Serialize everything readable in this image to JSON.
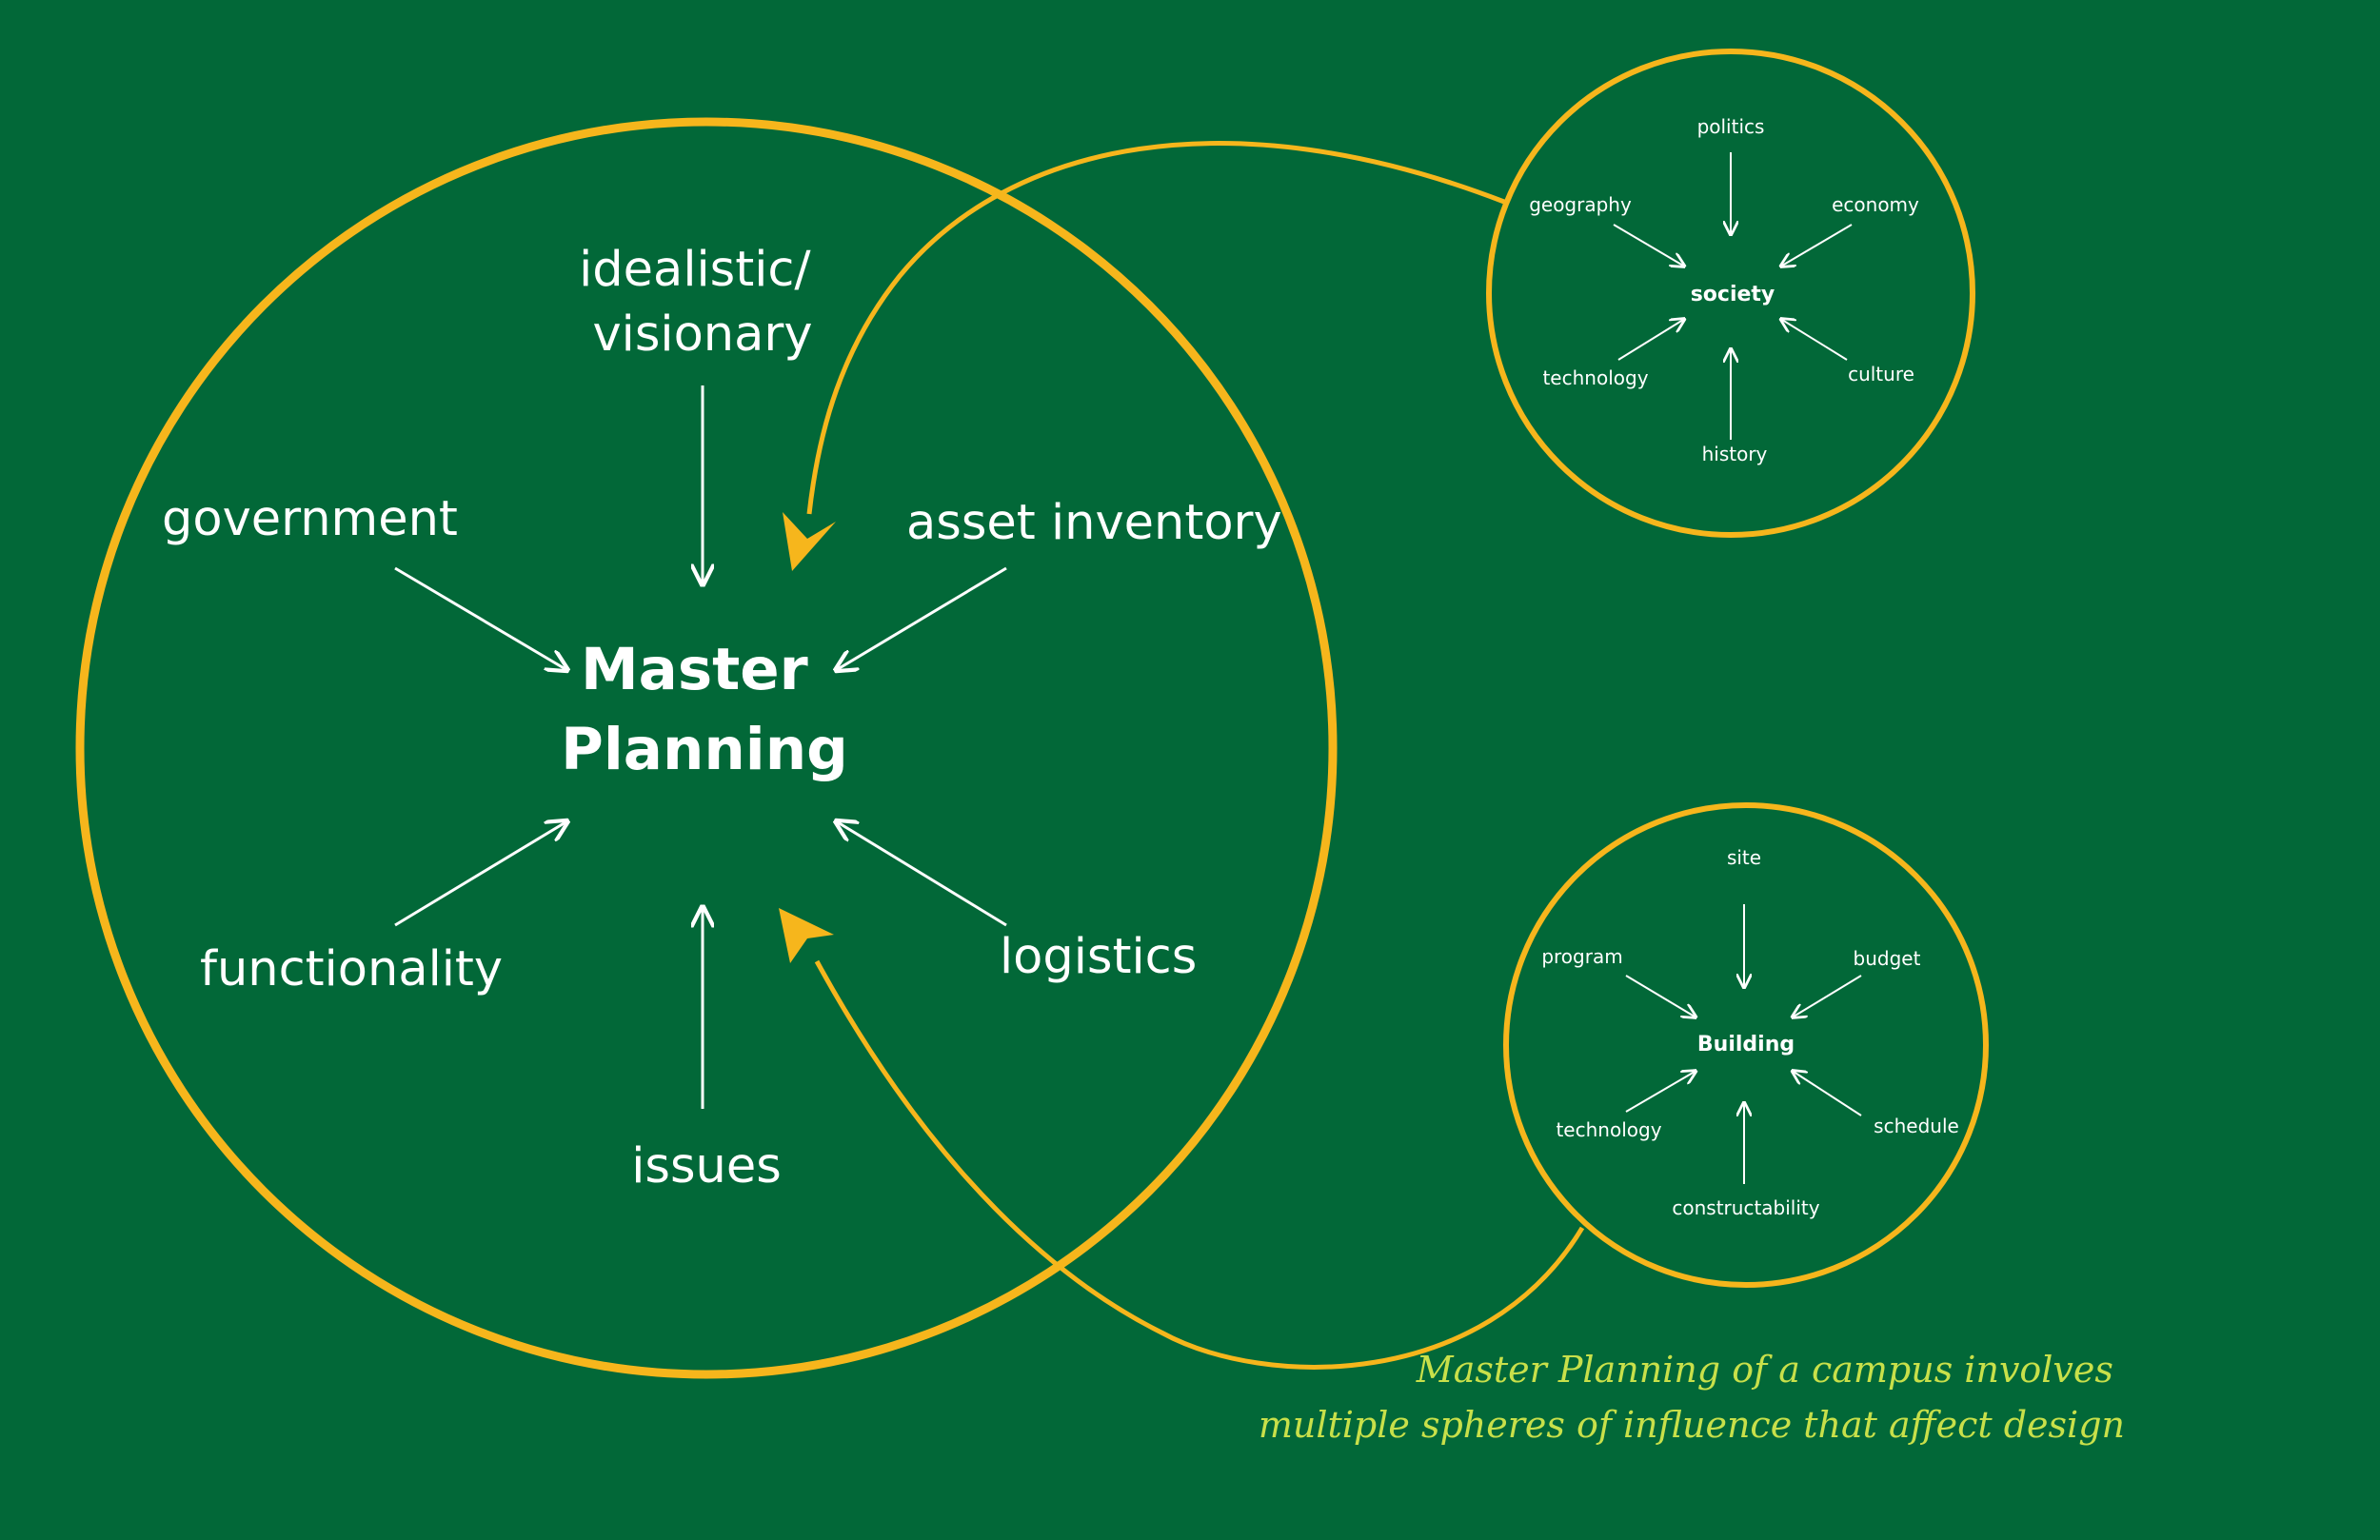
{
  "colors": {
    "background": "#026838",
    "ring": "#f6b61c",
    "text": "#ffffff",
    "caption": "#c8e04a"
  },
  "main_sphere": {
    "center": [
      "Master",
      "Planning"
    ],
    "influences": {
      "top": [
        "idealistic/",
        "visionary"
      ],
      "left_top": "government",
      "right_top": "asset inventory",
      "left_bottom": "functionality",
      "right_bottom": "logistics",
      "bottom": "issues"
    }
  },
  "society_sphere": {
    "center": "society",
    "influences": {
      "top": "politics",
      "left_top": "geography",
      "right_top": "economy",
      "left_bottom": "technology",
      "right_bottom": "culture",
      "bottom": "history"
    }
  },
  "building_sphere": {
    "center": "Building",
    "influences": {
      "top": "site",
      "left_top": "program",
      "right_top": "budget",
      "left_bottom": "technology",
      "right_bottom": "schedule",
      "bottom": "constructability"
    }
  },
  "caption": [
    "Master Planning of  a campus involves",
    "multiple spheres of  influence that affect design"
  ]
}
